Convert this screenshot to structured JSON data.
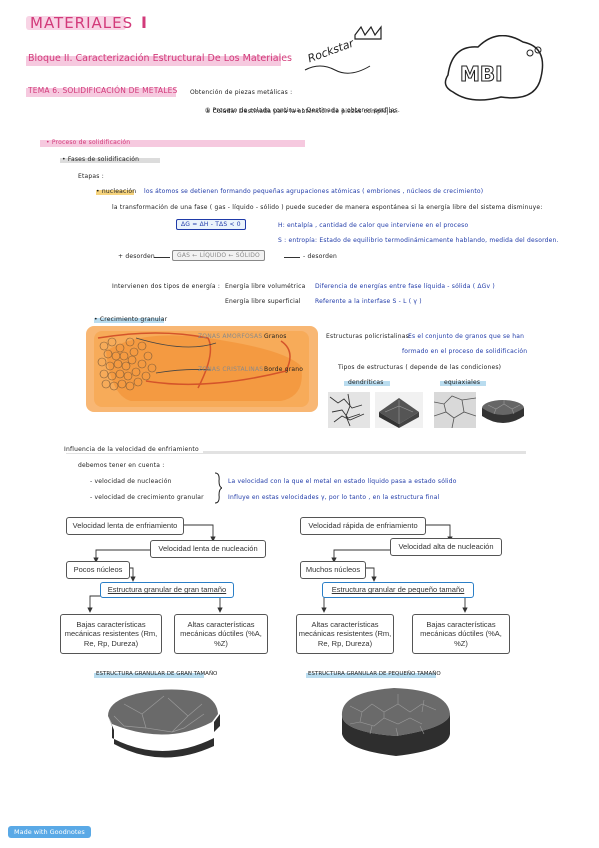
{
  "header": {
    "title": "MATERIALES",
    "title_mark": "I",
    "bloque": "Bloque II. Caracterización Estructural De Los Materiales",
    "tema": "TEMA 6. SOLIDIFICACIÓN DE METALES",
    "obtencion": "Obtención de piezas metálicas :",
    "obtencion_1": "① Proceso de colada continua : Destinada a obtener perfiles.",
    "obtencion_2": "② Colada: Destinada para la obtención de piezas complejas."
  },
  "proceso": {
    "heading": "• Proceso de solidificación",
    "fases": "• Fases de solidificación",
    "etapas": "Etapas :",
    "nucleacion_label": "• nucleación",
    "nucleacion_text": "los átomos se detienen formando pequeñas agrupaciones atómicas ( embriones , núcleos de crecimiento)",
    "transformacion": "la transformación de una fase ( gas - líquido - sólido ) puede suceder de manera espontánea si la energía libre del sistema disminuye:",
    "equation": "ΔG = ΔH - TΔS < 0",
    "entalpia": "H: entalpía , cantidad de calor que interviene en el proceso",
    "entropia": "S : entropía: Estado de equilibrio termodinámicamente hablando, medida del desorden.",
    "desorden_more": "+ desorden",
    "states": "GAS ← LÍQUIDO ← SÓLIDO",
    "desorden_less": "- desorden",
    "energias_intro": "Intervienen dos tipos de energía :",
    "energia_vol": "Energía libre volumétrica",
    "energia_vol_desc": "Diferencia de energías entre fase líquida - sólida ( ΔGv )",
    "energia_sup": "Energía libre superficial",
    "energia_sup_desc": "Referente a la interfase S - L ( γ )",
    "crecimiento": "• Crecimiento granular",
    "zonas_amorfosas": "ZONAS AMORFOSAS",
    "granos": "Granos",
    "zonas_cristalinas": "ZONAS CRISTALINAS",
    "borde_grano": "Borde grano",
    "policristalinas": "Estructuras policristalinas:",
    "policristalinas_def": "Es el conjunto de granos que se han",
    "policristalinas_def2": "formado en el proceso de solidificación",
    "tipos": "Tipos de estructuras ( depende de las condiciones)",
    "dendriticas": "dendríticas",
    "equiaxiales": "equiaxiales"
  },
  "influencia": {
    "heading": "Influencia de la velocidad de enfriamiento",
    "debemos": "debemos tener en cuenta :",
    "v_nucleacion": "- velocidad de nucleación",
    "v_crecimiento": "- velocidad de crecimiento granular",
    "v_desc1": "La velocidad con la que el metal en estado líquido pasa a estado sólido",
    "v_desc2": "Influye en estas velocidades γ, por lo tanto , en la estructura final"
  },
  "flow_left": {
    "enfriamiento": "Velocidad lenta de enfriamiento",
    "nucleacion": "Velocidad lenta de nucleación",
    "nucleos": "Pocos núcleos",
    "estructura": "Estructura granular de gran tamaño",
    "mecanicas_a": "Bajas características mecánicas resistentes (Rm, Re, Rp, Dureza)",
    "mecanicas_b": "Altas características mecánicas dúctiles (%A, %Z)",
    "caption": "ESTRUCTURA GRANULAR DE GRAN TAMAÑO"
  },
  "flow_right": {
    "enfriamiento": "Velocidad rápida de enfriamiento",
    "nucleacion": "Velocidad alta de nucleación",
    "nucleos": "Muchos núcleos",
    "estructura": "Estructura granular de pequeño tamaño",
    "mecanicas_a": "Altas características mecánicas resistentes (Rm, Re, Rp, Dureza)",
    "mecanicas_b": "Bajas características mecánicas dúctiles (%A, %Z)",
    "caption": "ESTRUCTURA GRANULAR DE PEQUEÑO TAMAÑO"
  },
  "footer": {
    "badge": "Made with Goodnotes"
  },
  "colors": {
    "pink": "#d23a7a",
    "blue": "#1f3aa8",
    "orange": "#f6a54f",
    "accent": "#2b7fc7"
  }
}
